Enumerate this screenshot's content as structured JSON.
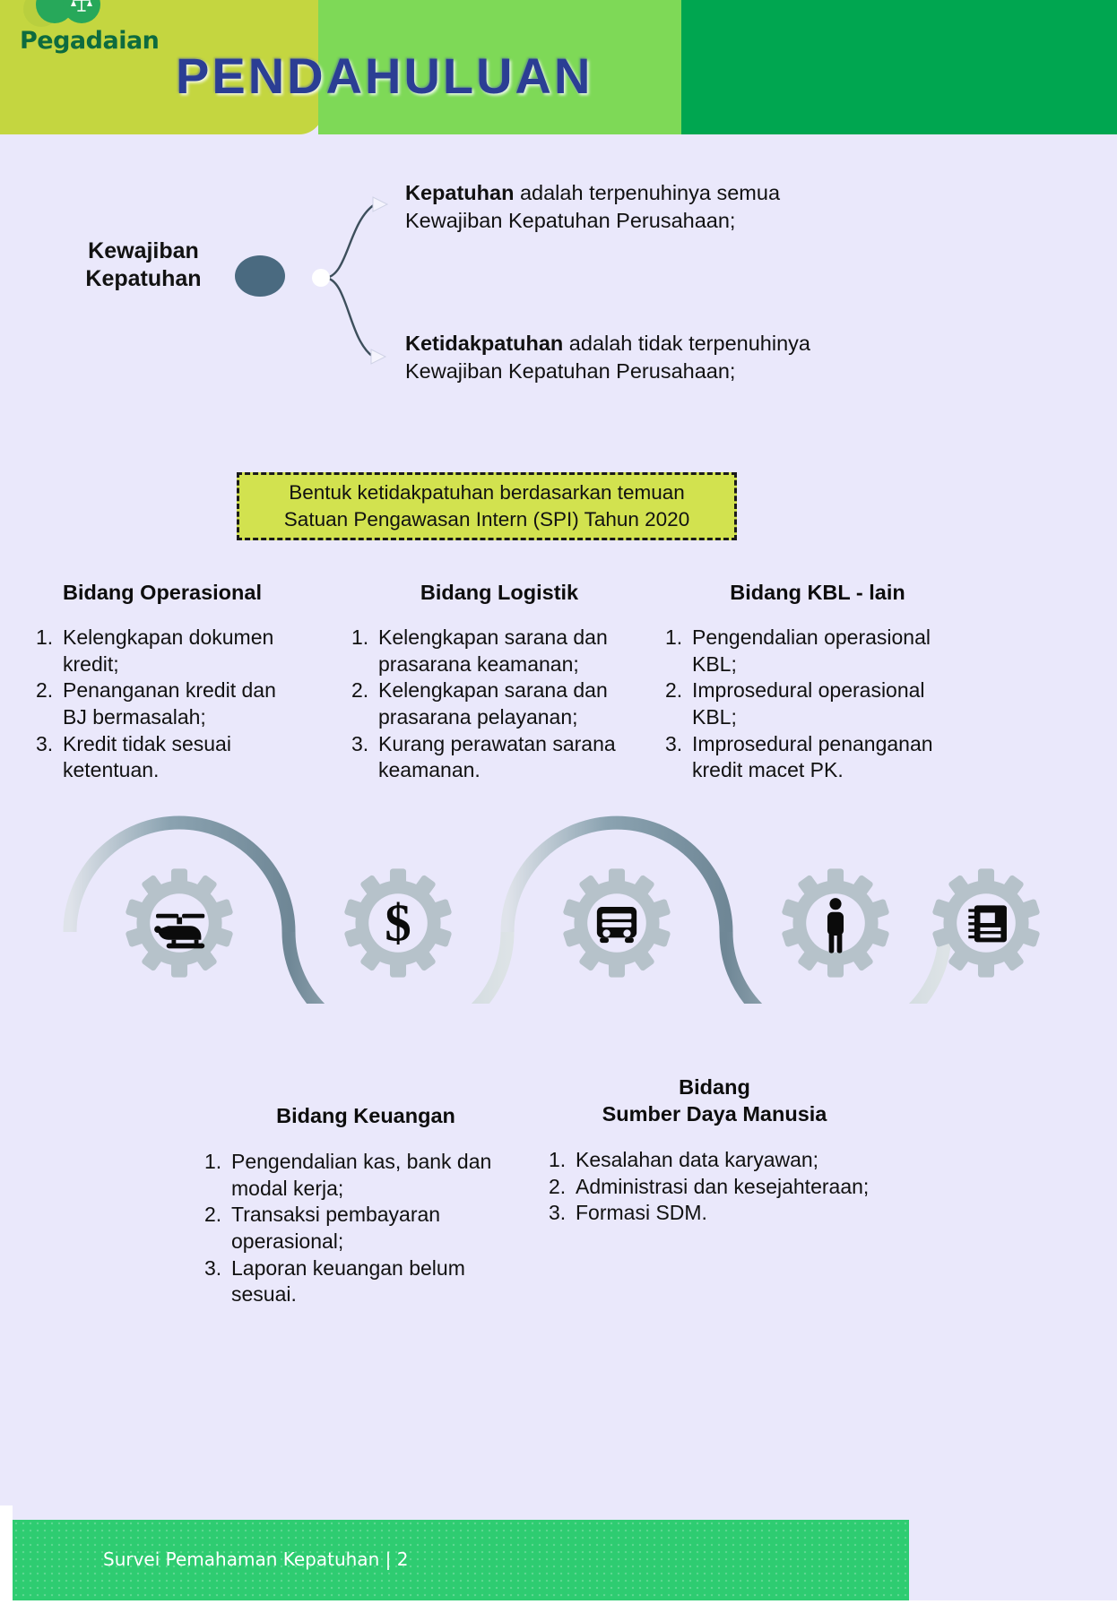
{
  "header": {
    "brand": "Pegadaian",
    "logo_icon": "balance-scale-icon",
    "title": "PENDAHULUAN",
    "colors": {
      "lime": "#c4d640",
      "green_mid": "#7ed957",
      "green_dark": "#00a650",
      "title": "#2b3e94"
    }
  },
  "diagram": {
    "node_label": "Kewajiban\nKepatuhan",
    "node_label_line1": "Kewajiban",
    "node_label_line2": "Kepatuhan",
    "branches": [
      {
        "bold": "Kepatuhan",
        "rest": " adalah terpenuhinya semua Kewajiban Kepatuhan Perusahaan;"
      },
      {
        "bold": "Ketidakpatuhan",
        "rest": " adalah tidak terpenuhinya Kewajiban Kepatuhan Perusahaan;"
      }
    ]
  },
  "callout": {
    "line1": "Bentuk ketidakpatuhan berdasarkan temuan",
    "line2": "Satuan Pengawasan Intern (SPI) Tahun 2020",
    "bg_color": "#d2e24f"
  },
  "columns": [
    {
      "title": "Bidang Operasional",
      "items": [
        "Kelengkapan dokumen kredit;",
        "Penanganan kredit dan BJ  bermasalah;",
        "Kredit tidak sesuai ketentuan."
      ]
    },
    {
      "title": "Bidang Logistik",
      "items": [
        "Kelengkapan sarana dan prasarana keamanan;",
        "Kelengkapan sarana dan prasarana pelayanan;",
        "Kurang perawatan sarana keamanan."
      ]
    },
    {
      "title": "Bidang KBL - lain",
      "items": [
        "Pengendalian operasional KBL;",
        "Improsedural operasional KBL;",
        "Improsedural penanganan kredit macet PK."
      ]
    }
  ],
  "gears": [
    {
      "icon": "helicopter-icon"
    },
    {
      "icon": "dollar-sign-icon"
    },
    {
      "icon": "truck-icon"
    },
    {
      "icon": "person-icon"
    },
    {
      "icon": "book-icon"
    }
  ],
  "bottom_columns": [
    {
      "title": "Bidang Keuangan",
      "title_line1": "Bidang Keuangan",
      "title_line2": "",
      "items": [
        "Pengendalian kas, bank dan modal kerja;",
        "Transaksi pembayaran operasional;",
        "Laporan keuangan belum sesuai."
      ]
    },
    {
      "title": "Bidang Sumber Daya Manusia",
      "title_line1": "Bidang",
      "title_line2": "Sumber Daya Manusia",
      "items": [
        "Kesalahan data karyawan;",
        "Administrasi dan  kesejahteraan;",
        "Formasi SDM."
      ]
    }
  ],
  "footer": {
    "text": "Survei Pemahaman Kepatuhan | 2",
    "band_color": "#2ecc71"
  }
}
